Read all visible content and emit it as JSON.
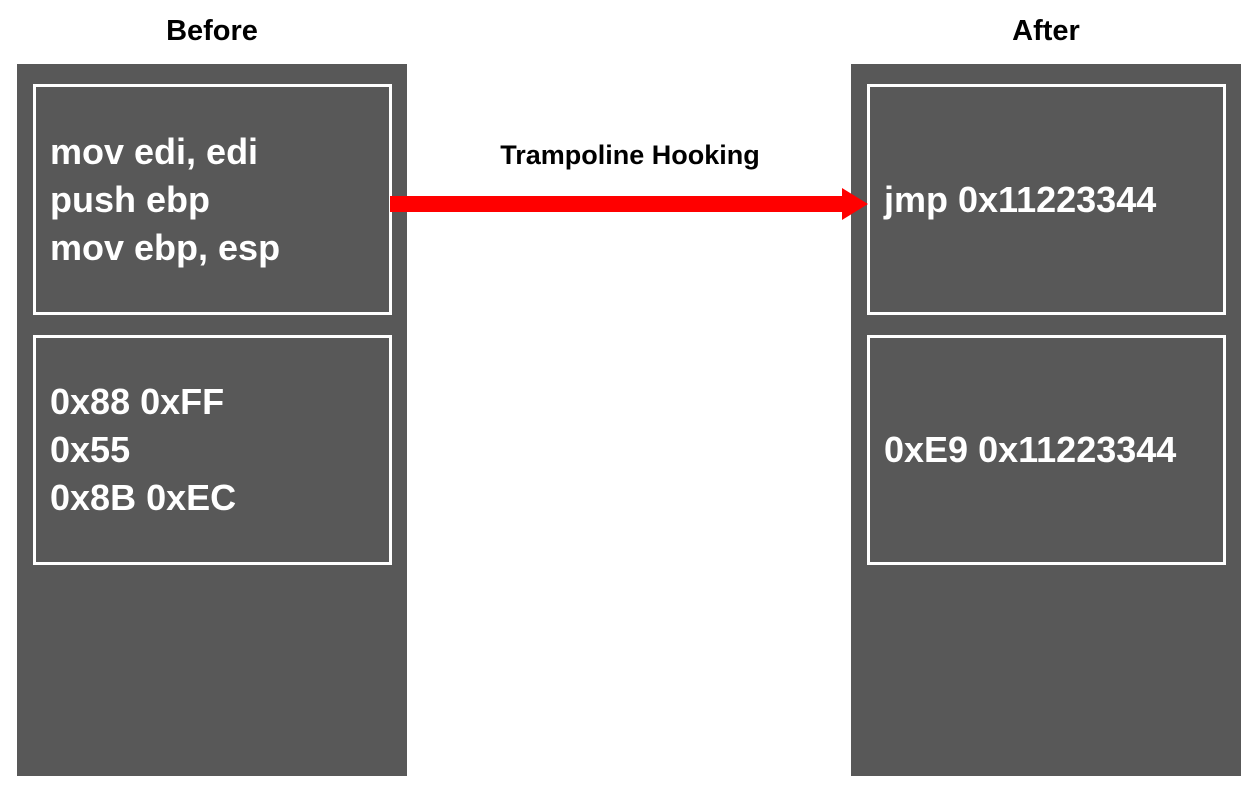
{
  "diagram": {
    "title_left": "Before",
    "title_right": "After",
    "arrow": {
      "label": "Trampoline Hooking",
      "color": "#FF0000",
      "direction": "left-to-right"
    },
    "colors": {
      "panel_fill": "#585858",
      "box_border": "#FFFFFF",
      "code_text": "#FFFFFF",
      "heading_text": "#000000",
      "background": "#FFFFFF"
    },
    "before": {
      "assembly_box": {
        "lines": [
          "mov edi, edi",
          "push ebp",
          "mov ebp, esp"
        ]
      },
      "bytes_box": {
        "lines": [
          "0x88 0xFF",
          "0x55",
          "0x8B 0xEC"
        ]
      }
    },
    "after": {
      "assembly_box": {
        "lines": [
          "jmp 0x11223344"
        ]
      },
      "bytes_box": {
        "lines": [
          "0xE9 0x11223344"
        ]
      }
    }
  }
}
